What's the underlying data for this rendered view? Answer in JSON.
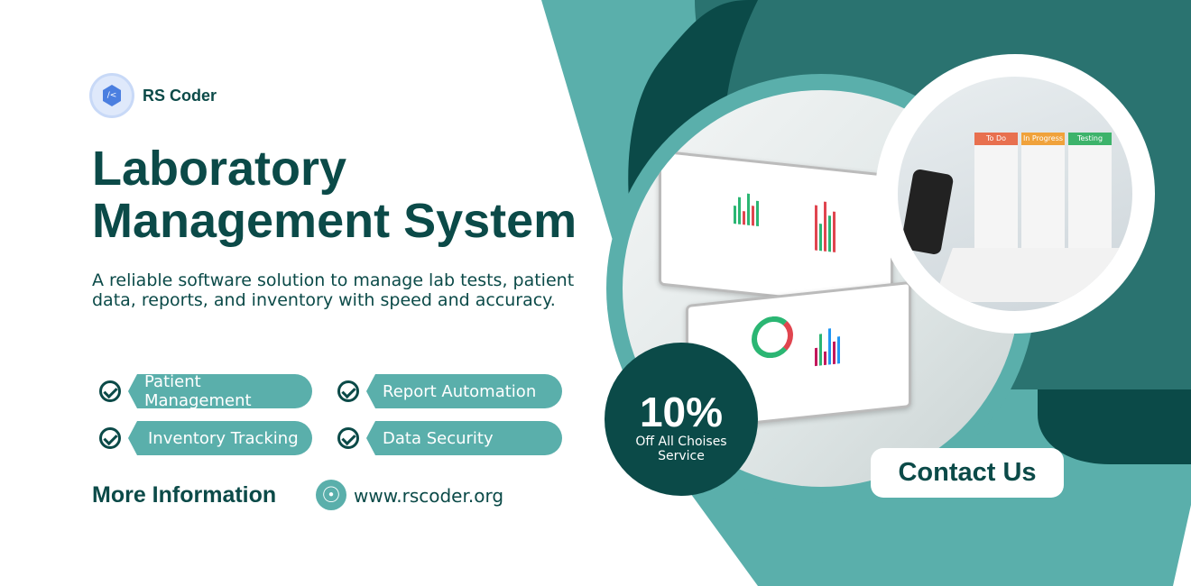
{
  "brand": {
    "name": "RS Coder",
    "logo_icon": "code-hexagon-icon"
  },
  "headline": {
    "line1": "Laboratory",
    "line2": "Management System"
  },
  "description": "A reliable software solution to manage lab tests, patient data, reports, and inventory with speed and accuracy.",
  "features": [
    {
      "label": "Patient Management",
      "icon": "check-circle-icon"
    },
    {
      "label": "Report Automation",
      "icon": "check-circle-icon"
    },
    {
      "label": "Inventory Tracking",
      "icon": "check-circle-icon"
    },
    {
      "label": "Data Security",
      "icon": "check-circle-icon"
    }
  ],
  "more_info": {
    "label": "More Information",
    "icon": "globe-icon",
    "url": "www.rscoder.org"
  },
  "offer": {
    "percent": "10%",
    "line1": "Off All Choises",
    "line2": "Service"
  },
  "cta": {
    "label": "Contact Us"
  },
  "kanban": {
    "columns": [
      "To Do",
      "In Progress",
      "Testing"
    ]
  },
  "colors": {
    "dark": "#0b4a48",
    "teal": "#5aafab",
    "mid": "#2a7370",
    "white": "#ffffff"
  }
}
